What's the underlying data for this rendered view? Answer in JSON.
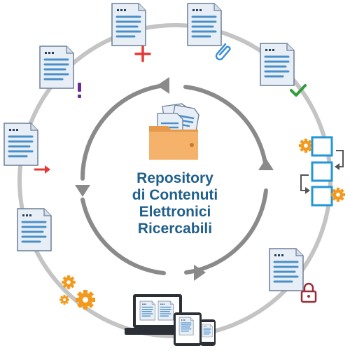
{
  "center": {
    "line1": "Repository",
    "line2": "di Contenuti",
    "line3": "Elettronici",
    "line4": "Ricercabili"
  },
  "colors": {
    "title": "#1f5f8b",
    "outer_ring": "#bdbdbd",
    "inner_arrows": "#8a8a8a",
    "doc_fill": "#e8eef6",
    "doc_lines": "#4a90c8",
    "folder": "#f4b26a",
    "plus": "#e53935",
    "clip": "#3a8fd6",
    "check": "#2e9e3a",
    "exclaim": "#6a2c91",
    "arrow_red": "#e53935",
    "lock": "#9c2b3a",
    "gear": "#f39a1e",
    "box_blue": "#2196d8"
  },
  "icons": [
    "document-plus-icon",
    "document-paperclip-icon",
    "document-approved-icon",
    "workflow-icon",
    "document-locked-icon",
    "devices-icon",
    "gears-icon",
    "document-icon",
    "document-export-icon",
    "document-alert-icon",
    "folder-documents-icon"
  ]
}
